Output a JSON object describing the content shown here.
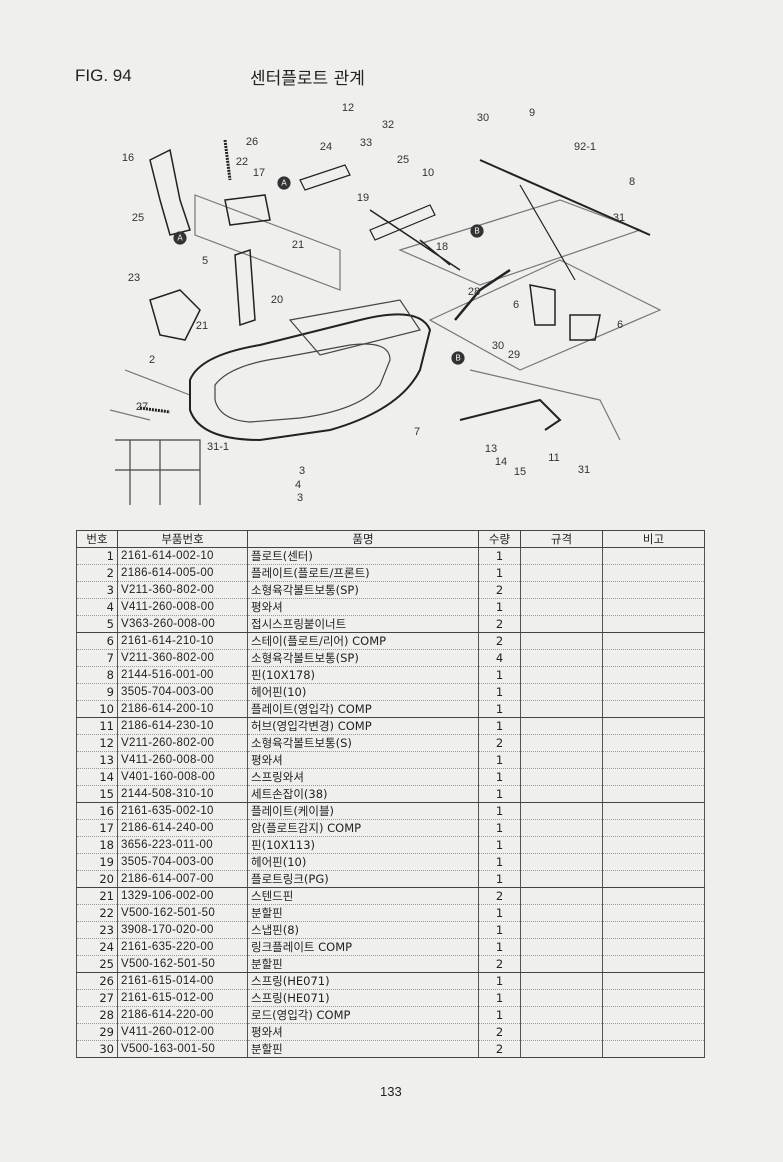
{
  "header": {
    "figure": "FIG. 94",
    "title": "센터플로트 관계"
  },
  "diagram": {
    "callouts": [
      "12",
      "32",
      "30",
      "9",
      "26",
      "16",
      "22",
      "17",
      "24",
      "33",
      "25",
      "92-1",
      "10",
      "8",
      "19",
      "25",
      "31",
      "21",
      "18",
      "5",
      "23",
      "20",
      "28",
      "6",
      "6",
      "21",
      "2",
      "30",
      "29",
      "27",
      "7",
      "31-1",
      "13",
      "14",
      "11",
      "15",
      "31",
      "3",
      "4",
      "3"
    ],
    "markers": [
      "A",
      "A",
      "B",
      "B"
    ]
  },
  "table": {
    "headers": [
      "번호",
      "부품번호",
      "품명",
      "수량",
      "규격",
      "비고"
    ],
    "rows": [
      {
        "no": "1",
        "part": "2161-614-002-10",
        "name": "플로트(센터)",
        "qty": "1"
      },
      {
        "no": "2",
        "part": "2186-614-005-00",
        "name": "플레이트(플로트/프론트)",
        "qty": "1"
      },
      {
        "no": "3",
        "part": "V211-360-802-00",
        "name": "소형육각볼트보통(SP)",
        "qty": "2"
      },
      {
        "no": "4",
        "part": "V411-260-008-00",
        "name": "평와셔",
        "qty": "1"
      },
      {
        "no": "5",
        "part": "V363-260-008-00",
        "name": "접시스프링붙이너트",
        "qty": "2"
      },
      {
        "no": "6",
        "part": "2161-614-210-10",
        "name": "스테이(플로트/리어) COMP",
        "qty": "2"
      },
      {
        "no": "7",
        "part": "V211-360-802-00",
        "name": "소형육각볼트보통(SP)",
        "qty": "4"
      },
      {
        "no": "8",
        "part": "2144-516-001-00",
        "name": "핀(10X178)",
        "qty": "1"
      },
      {
        "no": "9",
        "part": "3505-704-003-00",
        "name": "헤어핀(10)",
        "qty": "1"
      },
      {
        "no": "10",
        "part": "2186-614-200-10",
        "name": "플레이트(영입각) COMP",
        "qty": "1"
      },
      {
        "no": "11",
        "part": "2186-614-230-10",
        "name": "허브(영입각변경) COMP",
        "qty": "1"
      },
      {
        "no": "12",
        "part": "V211-260-802-00",
        "name": "소형육각볼트보통(S)",
        "qty": "2"
      },
      {
        "no": "13",
        "part": "V411-260-008-00",
        "name": "평와셔",
        "qty": "1"
      },
      {
        "no": "14",
        "part": "V401-160-008-00",
        "name": "스프링와셔",
        "qty": "1"
      },
      {
        "no": "15",
        "part": "2144-508-310-10",
        "name": "세트손잡이(38)",
        "qty": "1"
      },
      {
        "no": "16",
        "part": "2161-635-002-10",
        "name": "플레이트(케이블)",
        "qty": "1"
      },
      {
        "no": "17",
        "part": "2186-614-240-00",
        "name": "암(플로트감지) COMP",
        "qty": "1"
      },
      {
        "no": "18",
        "part": "3656-223-011-00",
        "name": "핀(10X113)",
        "qty": "1"
      },
      {
        "no": "19",
        "part": "3505-704-003-00",
        "name": "헤어핀(10)",
        "qty": "1"
      },
      {
        "no": "20",
        "part": "2186-614-007-00",
        "name": "플로트링크(PG)",
        "qty": "1"
      },
      {
        "no": "21",
        "part": "1329-106-002-00",
        "name": "스텐드핀",
        "qty": "2"
      },
      {
        "no": "22",
        "part": "V500-162-501-50",
        "name": "분할핀",
        "qty": "1"
      },
      {
        "no": "23",
        "part": "3908-170-020-00",
        "name": "스냅핀(8)",
        "qty": "1"
      },
      {
        "no": "24",
        "part": "2161-635-220-00",
        "name": "링크플레이트 COMP",
        "qty": "1"
      },
      {
        "no": "25",
        "part": "V500-162-501-50",
        "name": "분할핀",
        "qty": "2"
      },
      {
        "no": "26",
        "part": "2161-615-014-00",
        "name": "스프링(HE071)",
        "qty": "1"
      },
      {
        "no": "27",
        "part": "2161-615-012-00",
        "name": "스프링(HE071)",
        "qty": "1"
      },
      {
        "no": "28",
        "part": "2186-614-220-00",
        "name": "로드(영입각) COMP",
        "qty": "1"
      },
      {
        "no": "29",
        "part": "V411-260-012-00",
        "name": "평와셔",
        "qty": "2"
      },
      {
        "no": "30",
        "part": "V500-163-001-50",
        "name": "분할핀",
        "qty": "2"
      }
    ]
  },
  "footer": {
    "page": "133"
  }
}
